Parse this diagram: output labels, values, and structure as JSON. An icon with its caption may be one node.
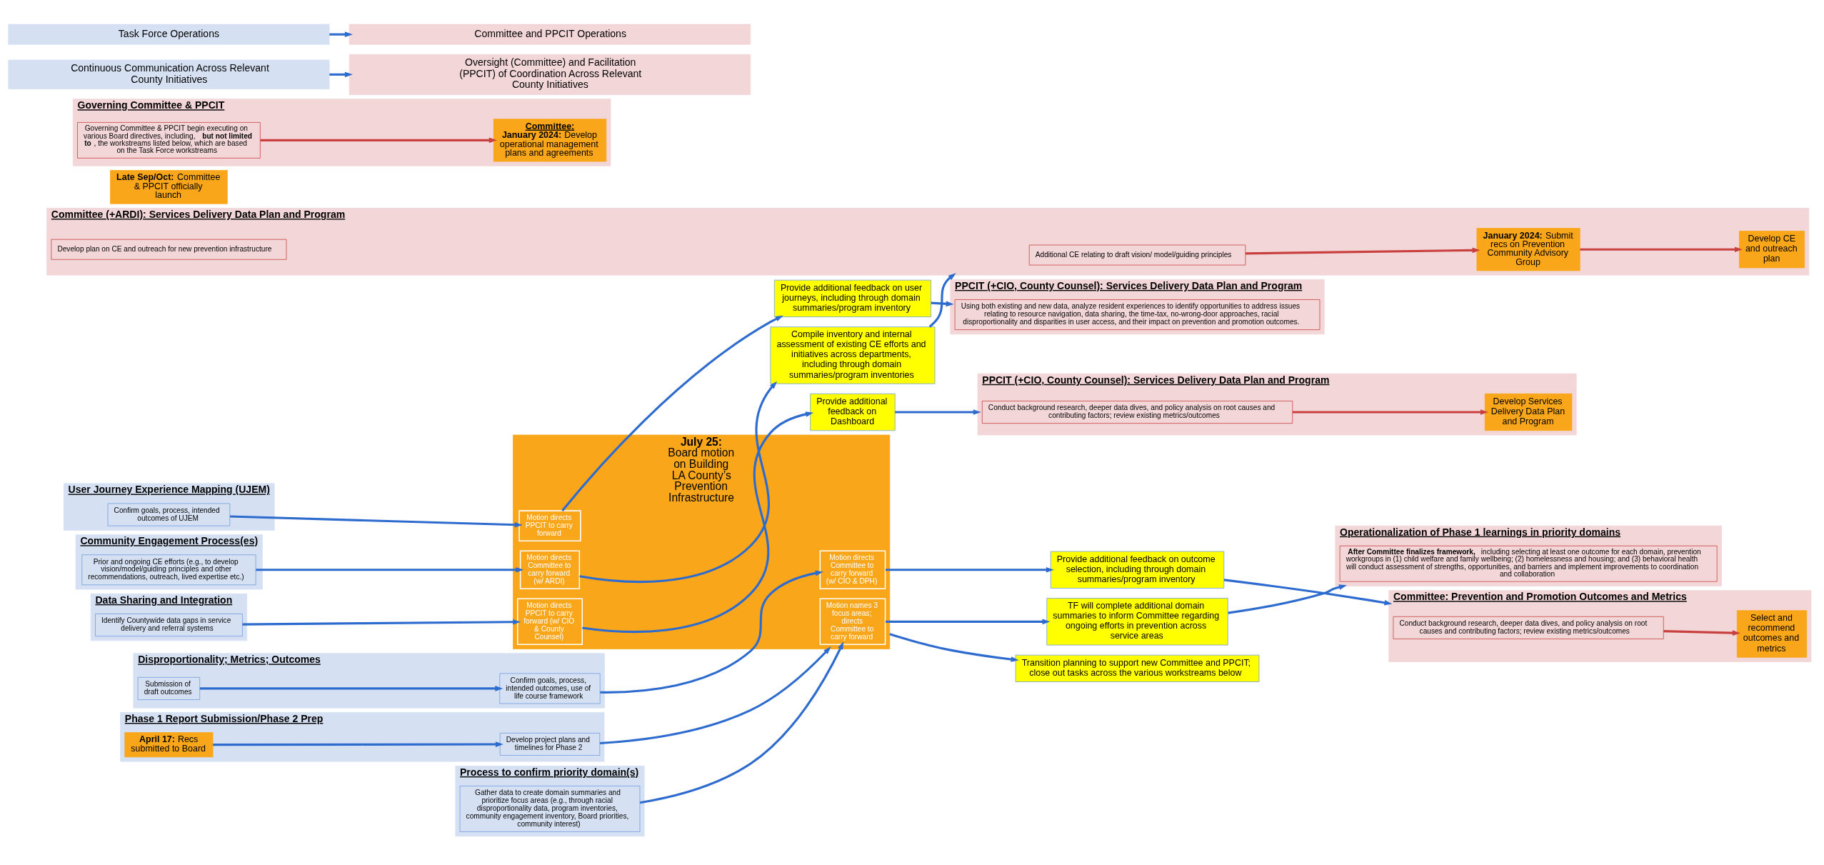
{
  "diagram": {
    "nodes": [
      {
        "text": [
          "Phase 1 Report Submission/Phase 2 Prep"
        ]
      },
      {
        "text": [
          "**April 17:** Recs submitted to Board"
        ],
        "in": 0
      },
      {
        "text": [
          "Develop project plans and timelines for Phase 2"
        ],
        "in": 0
      },
      {
        "text": [
          "**July 25:** Board motion on Building LA County’s Prevention Infrastructure"
        ]
      },
      {
        "text": [
          "Transition planning to support new Committee and PPCIT; close out tasks across the various workstreams below"
        ]
      },
      {
        "text": [
          "**Late Sep/Oct:** Committee & PPCIT officially launch"
        ]
      },
      {
        "text": [
          "Governing Committee & PPCIT"
        ]
      },
      {
        "text": [
          "Governing Committee & PPCIT begin executing on various Board directives, including, **but not limited to**, the workstreams listed below, which are based on the Task Force workstreams"
        ],
        "in": 6
      },
      {
        "text": [
          "Committee:",
          "**January 2024:** Develop operational management plans and agreements"
        ],
        "in": 6
      },
      {
        "text": [
          "Process to confirm priority domain(s)"
        ]
      },
      {
        "text": [
          "Gather data to create domain summaries and prioritize focus areas (e.g., through racial disproportionality data, program inventories, community engagement inventory, Board priorities, community interest)"
        ],
        "in": 9
      },
      {
        "text": [
          "Motion names 3 focus areas; directs Committee to carry forward"
        ],
        "in": 3
      },
      {
        "text": [
          "TF will complete additional domain summaries to inform Committee regarding ongoing efforts in prevention across service areas"
        ]
      },
      {
        "text": [
          "Operationalization of Phase 1 learnings in priority domains"
        ]
      },
      {
        "text": [
          "**After Committee finalizes framework,** including selecting at least one outcome for each domain, prevention workgroups in (1) child welfare and family wellbeing; (2) homelessness and housing; and (3) behavioral health will conduct assessment of strengths, opportunities, and barriers and implement improvements to coordination and collaboration"
        ],
        "in": 13
      },
      {
        "text": [
          "Disproportionality; Metrics; Outcomes"
        ]
      },
      {
        "text": [
          "Submission of draft outcomes"
        ],
        "in": 15
      },
      {
        "text": [
          "Confirm goals, process, intended outcomes, use of life course framework"
        ],
        "in": 15
      },
      {
        "text": [
          "Motion directs Committee to carry forward (w/ CIO & DPH)"
        ],
        "in": 3
      },
      {
        "text": [
          "Provide additional feedback on outcome selection, including through domain summaries/program inventory"
        ]
      },
      {
        "text": [
          "Committee: Prevention and Promotion Outcomes and Metrics"
        ]
      },
      {
        "text": [
          "Conduct background research, deeper data dives, and policy analysis on root causes and contributing factors; review existing metrics/outcomes"
        ],
        "in": 20
      },
      {
        "text": [
          "Select and recommend outcomes and metrics"
        ],
        "in": 20
      },
      {
        "text": [
          "Data Sharing and Integration"
        ]
      },
      {
        "text": [
          "Identify Countywide data gaps in service delivery and referral systems"
        ],
        "in": 23
      },
      {
        "text": [
          "Motion directs PPCIT to carry forward (w/ CIO & County Counsel)"
        ],
        "in": 3
      },
      {
        "text": [
          "Provide additional feedback on Dashboard"
        ]
      },
      {
        "text": [
          "PPCIT (+CIO, County Counsel): Services Delivery Data Plan and Program"
        ]
      },
      {
        "text": [
          "Conduct background research, deeper data dives, and policy analysis on root causes and contributing factors; review existing metrics/outcomes"
        ],
        "in": 27
      },
      {
        "text": [
          "Develop Services Delivery Data Plan and Program"
        ],
        "in": 27
      },
      {
        "text": [
          "User Journey Experience Mapping (UJEM)"
        ]
      },
      {
        "text": [
          "Confirm goals, process, intended outcomes of UJEM"
        ],
        "in": 30
      },
      {
        "text": [
          "Motion directs PPCIT to carry forward"
        ],
        "in": 3
      },
      {
        "text": [
          "Provide additional feedback on user journeys, including through domain summaries/program inventory"
        ]
      },
      {
        "text": [
          "PPCIT (+CIO, County Counsel): Services Delivery Data Plan and Program"
        ]
      },
      {
        "text": [
          "Using both existing and new data, analyze resident experiences to identify opportunities to address issues relating to resource navigation, data sharing, the time-tax, no-wrong-door approaches, racial disproportionality and disparities in user access, and their impact on prevention and promotion outcomes."
        ],
        "in": 34
      },
      {
        "text": [
          "Community Engagement Process(es)"
        ]
      },
      {
        "text": [
          "Prior and ongoing CE efforts (e.g., to develop vision/model/guiding principles and other recommendations, outreach, lived expertise etc.)"
        ],
        "in": 36
      },
      {
        "text": [
          "Motion directs Committee to carry forward (w/ ARDI)"
        ],
        "in": 3
      },
      {
        "text": [
          "Compile inventory and internal assessment of existing CE efforts and initiatives across departments, including through domain summaries/program inventories"
        ]
      },
      {
        "text": [
          "Committee (+ARDI): Services Delivery Data Plan and Program"
        ]
      },
      {
        "text": [
          "Additional CE relating to draft vision/ model/guiding principles"
        ],
        "in": 40
      },
      {
        "text": [
          "**January 2024:** Submit recs on Prevention Community Advisory Group"
        ],
        "in": 40
      },
      {
        "text": [
          "Develop plan on CE and outreach for new prevention infrastructure"
        ],
        "in": 40
      },
      {
        "text": [
          "Develop CE and outreach plan"
        ],
        "in": 40
      },
      {
        "text": [
          "Continuous Communication Across Relevant County Initiatives"
        ]
      },
      {
        "text": [
          "Oversight (Committee) and Facilitation (PPCIT) of Coordination Across Relevant County Initiatives"
        ]
      },
      {
        "text": [
          "Task Force Operations"
        ]
      },
      {
        "text": [
          "Committee and PPCIT Operations"
        ]
      }
    ],
    "edges": [
      {
        "from": 1,
        "to": 2,
        "arrow": "to"
      },
      {
        "from": 2,
        "to": 3,
        "arrow": "to"
      },
      {
        "from": 3,
        "to": 4,
        "arrow": "to"
      },
      {
        "from": 7,
        "to": 8,
        "arrow": "to",
        "color": "#c9403f"
      },
      {
        "from": 10,
        "to": 11,
        "arrow": "to"
      },
      {
        "from": 11,
        "to": 12,
        "arrow": "to"
      },
      {
        "from": 12,
        "to": 13,
        "arrow": "to"
      },
      {
        "from": 16,
        "to": 17,
        "arrow": "to"
      },
      {
        "from": 17,
        "to": 18,
        "arrow": "to"
      },
      {
        "from": 18,
        "to": 19,
        "arrow": "to"
      },
      {
        "from": 19,
        "to": 20,
        "arrow": "to"
      },
      {
        "from": 21,
        "to": 22,
        "arrow": "to",
        "color": "#c9403f"
      },
      {
        "from": 24,
        "to": 25,
        "arrow": "to"
      },
      {
        "from": 25,
        "to": 26,
        "arrow": "to"
      },
      {
        "from": 26,
        "to": 27,
        "arrow": "to"
      },
      {
        "from": 28,
        "to": 29,
        "arrow": "to",
        "color": "#c9403f"
      },
      {
        "from": 31,
        "to": 32,
        "arrow": "to"
      },
      {
        "from": 32,
        "to": 33,
        "arrow": "to"
      },
      {
        "from": 33,
        "to": 34,
        "arrow": "to"
      },
      {
        "from": 37,
        "to": 38,
        "arrow": "to"
      },
      {
        "from": 38,
        "to": 39,
        "arrow": "to"
      },
      {
        "from": 39,
        "to": 40,
        "arrow": "to"
      },
      {
        "from": 41,
        "to": 42,
        "arrow": "to",
        "color": "#c9403f"
      },
      {
        "from": 42,
        "to": 44,
        "arrow": "to",
        "color": "#c9403f"
      },
      {
        "from": 45,
        "to": 46,
        "arrow": "to"
      },
      {
        "from": 47,
        "to": 48,
        "arrow": "to"
      }
    ]
  }
}
